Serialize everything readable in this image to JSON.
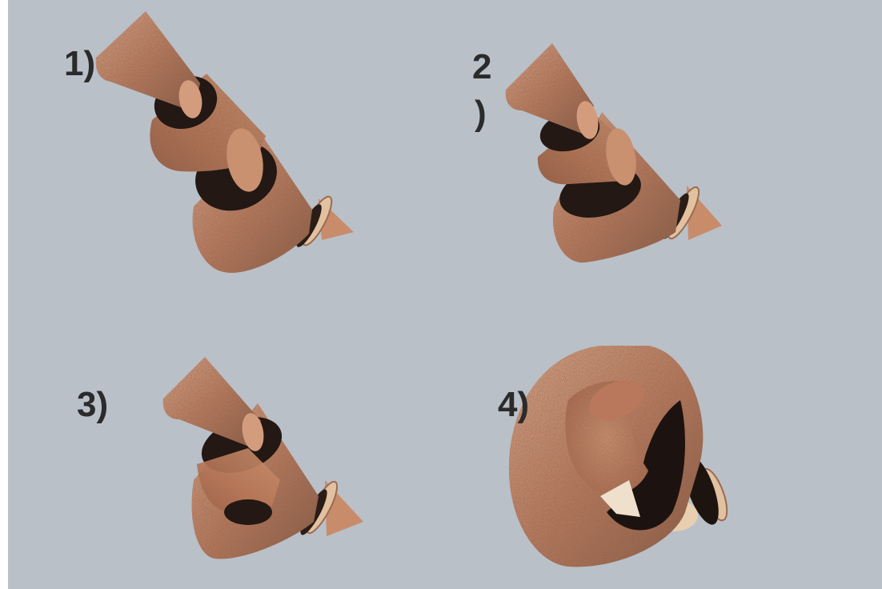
{
  "background_color": "#b9c0c8",
  "wood_colors": {
    "light": "#d8a487",
    "mid": "#b8785b",
    "dark": "#7a4a35",
    "shadow": "#1e1512",
    "ring": "#e6c7a6"
  },
  "panels": [
    {
      "id": "1",
      "label": "1)"
    },
    {
      "id": "2",
      "label_line1": "2",
      "label_line2": ")"
    },
    {
      "id": "3",
      "label": "3)"
    },
    {
      "id": "4",
      "label": "4)"
    }
  ]
}
